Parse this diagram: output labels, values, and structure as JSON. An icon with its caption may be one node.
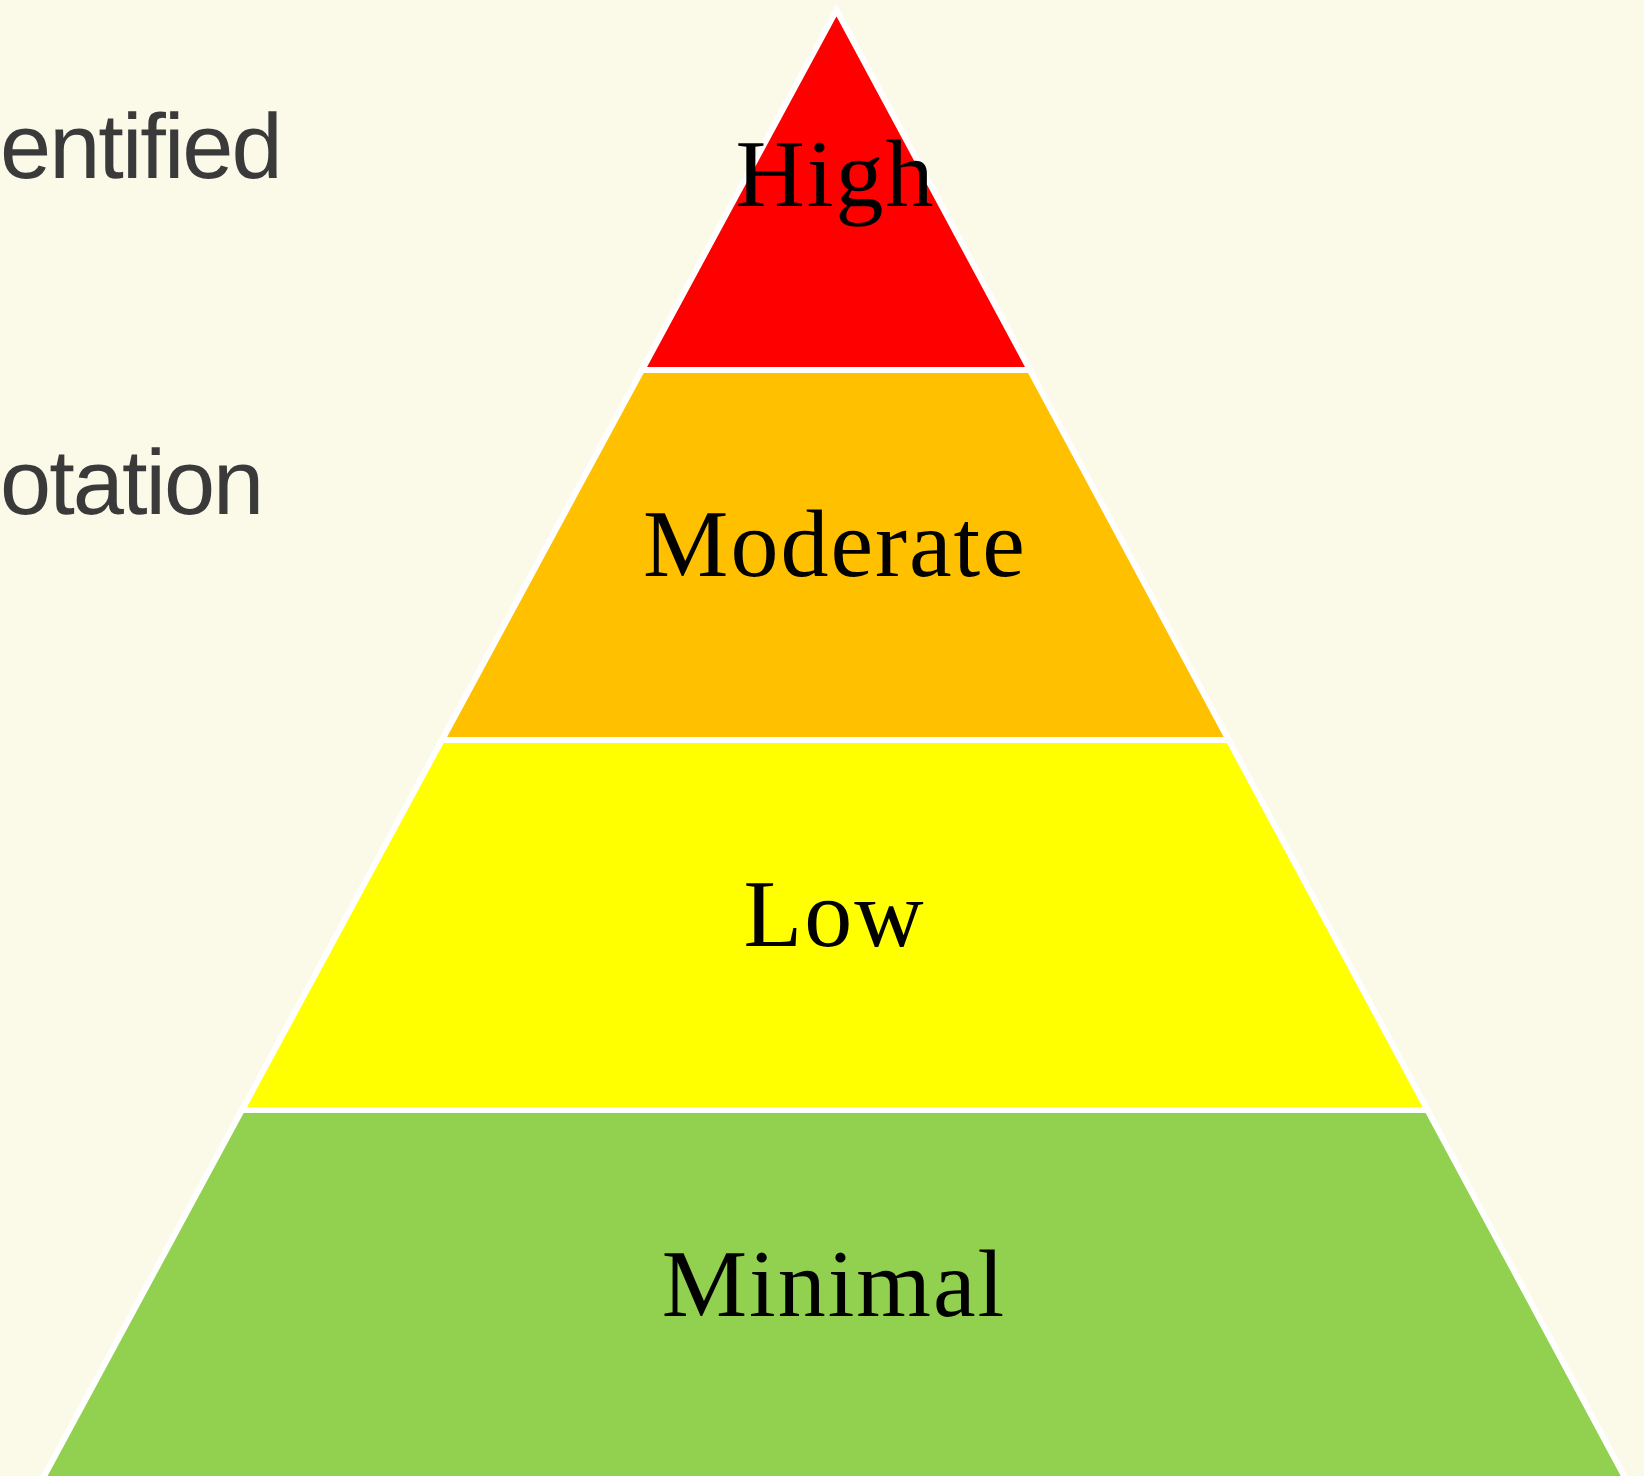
{
  "diagram": {
    "nodes": [
      {
        "text": [
          "High"
        ]
      },
      {
        "text": [
          "Moderate"
        ]
      },
      {
        "text": [
          "Low"
        ]
      },
      {
        "text": [
          "Minimal"
        ]
      }
    ],
    "labels": [
      "entified",
      "otation"
    ]
  }
}
